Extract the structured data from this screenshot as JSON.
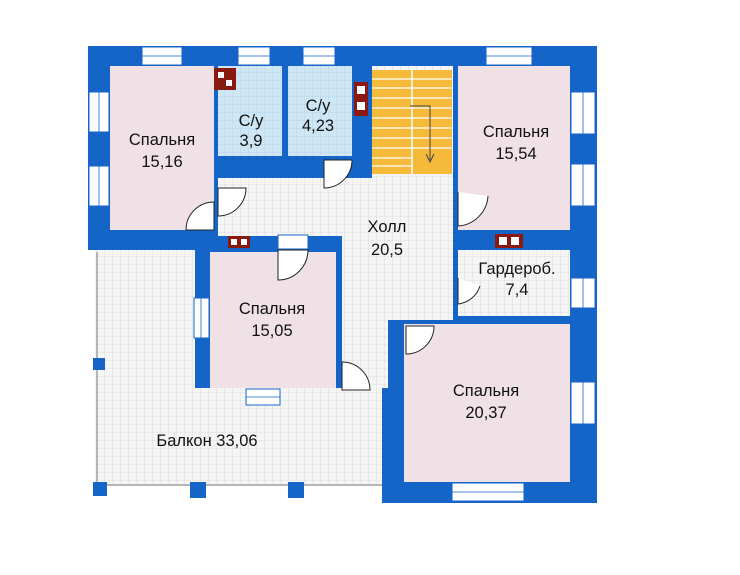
{
  "colors": {
    "wall": "#1565c8",
    "bedroom": "#efe1e5",
    "bathroom": "#cfe6f5",
    "tile_floor": "#f5f5f5",
    "grid_line": "#d8d8d8",
    "stairs": "#f6ba3a",
    "window_frame": "#ffffff",
    "vent": "#8a1a10",
    "door_arc": "#222222"
  },
  "rooms": [
    {
      "id": "bedroom-nw",
      "name": "Спальня",
      "area": "15,16"
    },
    {
      "id": "bath-1",
      "name": "С/у",
      "area": "3,9"
    },
    {
      "id": "bath-2",
      "name": "С/у",
      "area": "4,23"
    },
    {
      "id": "bedroom-ne",
      "name": "Спальня",
      "area": "15,54"
    },
    {
      "id": "hall",
      "name": "Холл",
      "area": "20,5"
    },
    {
      "id": "wardrobe",
      "name": "Гардероб.",
      "area": "7,4"
    },
    {
      "id": "bedroom-center",
      "name": "Спальня",
      "area": "15,05"
    },
    {
      "id": "bedroom-se",
      "name": "Спальня",
      "area": "20,37"
    },
    {
      "id": "balcony",
      "label": "Балкон 33,06"
    }
  ]
}
